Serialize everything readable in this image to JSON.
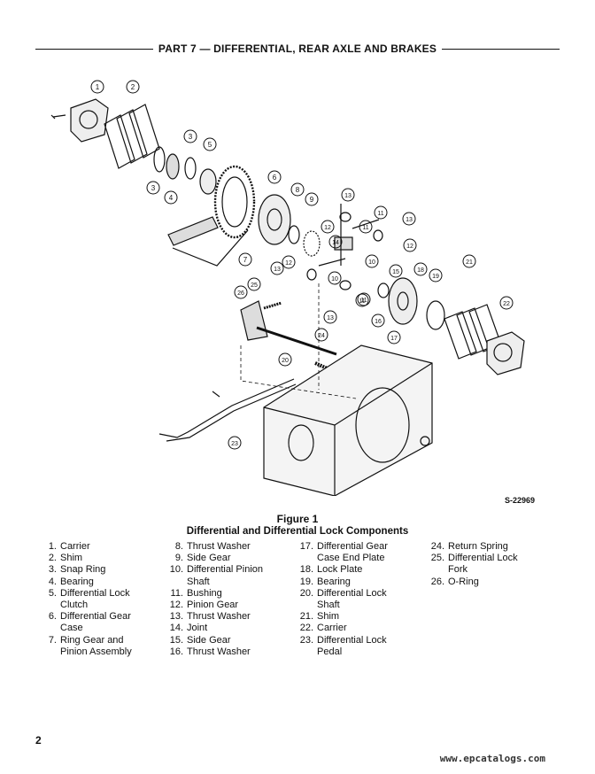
{
  "header": {
    "title": "PART 7 — DIFFERENTIAL, REAR AXLE AND BRAKES"
  },
  "figure": {
    "code": "S-22969",
    "number": "Figure 1",
    "title": "Differential and Differential Lock Components",
    "callouts": [
      "1",
      "2",
      "3",
      "5",
      "3",
      "4",
      "6",
      "8",
      "9",
      "13",
      "12",
      "11",
      "11",
      "13",
      "14",
      "12",
      "7",
      "10",
      "12",
      "15",
      "13",
      "11",
      "10",
      "18",
      "19",
      "21",
      "26",
      "25",
      "16",
      "13",
      "11",
      "17",
      "22",
      "24",
      "20",
      "23"
    ]
  },
  "legend": {
    "columns": [
      [
        {
          "num": "1.",
          "text": "Carrier"
        },
        {
          "num": "2.",
          "text": "Shim"
        },
        {
          "num": "3.",
          "text": "Snap Ring"
        },
        {
          "num": "4.",
          "text": "Bearing"
        },
        {
          "num": "5.",
          "text": "Differential Lock\nClutch"
        },
        {
          "num": "6.",
          "text": "Differential Gear\nCase"
        },
        {
          "num": "7.",
          "text": "Ring Gear and\nPinion Assembly"
        }
      ],
      [
        {
          "num": "8.",
          "text": "Thrust Washer"
        },
        {
          "num": "9.",
          "text": "Side Gear"
        },
        {
          "num": "10.",
          "text": "Differential Pinion\nShaft"
        },
        {
          "num": "11.",
          "text": "Bushing"
        },
        {
          "num": "12.",
          "text": "Pinion Gear"
        },
        {
          "num": "13.",
          "text": "Thrust Washer"
        },
        {
          "num": "14.",
          "text": "Joint"
        },
        {
          "num": "15.",
          "text": "Side Gear"
        },
        {
          "num": "16.",
          "text": "Thrust Washer"
        }
      ],
      [
        {
          "num": "17.",
          "text": "Differential Gear\nCase End Plate"
        },
        {
          "num": "18.",
          "text": "Lock Plate"
        },
        {
          "num": "19.",
          "text": "Bearing"
        },
        {
          "num": "20.",
          "text": "Differential Lock\nShaft"
        },
        {
          "num": "21.",
          "text": "Shim"
        },
        {
          "num": "22.",
          "text": "Carrier"
        },
        {
          "num": "23.",
          "text": "Differential Lock\nPedal"
        }
      ],
      [
        {
          "num": "24.",
          "text": "Return Spring"
        },
        {
          "num": "25.",
          "text": "Differential Lock\nFork"
        },
        {
          "num": "26.",
          "text": "O-Ring"
        }
      ]
    ]
  },
  "footer": {
    "page_number": "2",
    "watermark": "www.epcatalogs.com"
  }
}
